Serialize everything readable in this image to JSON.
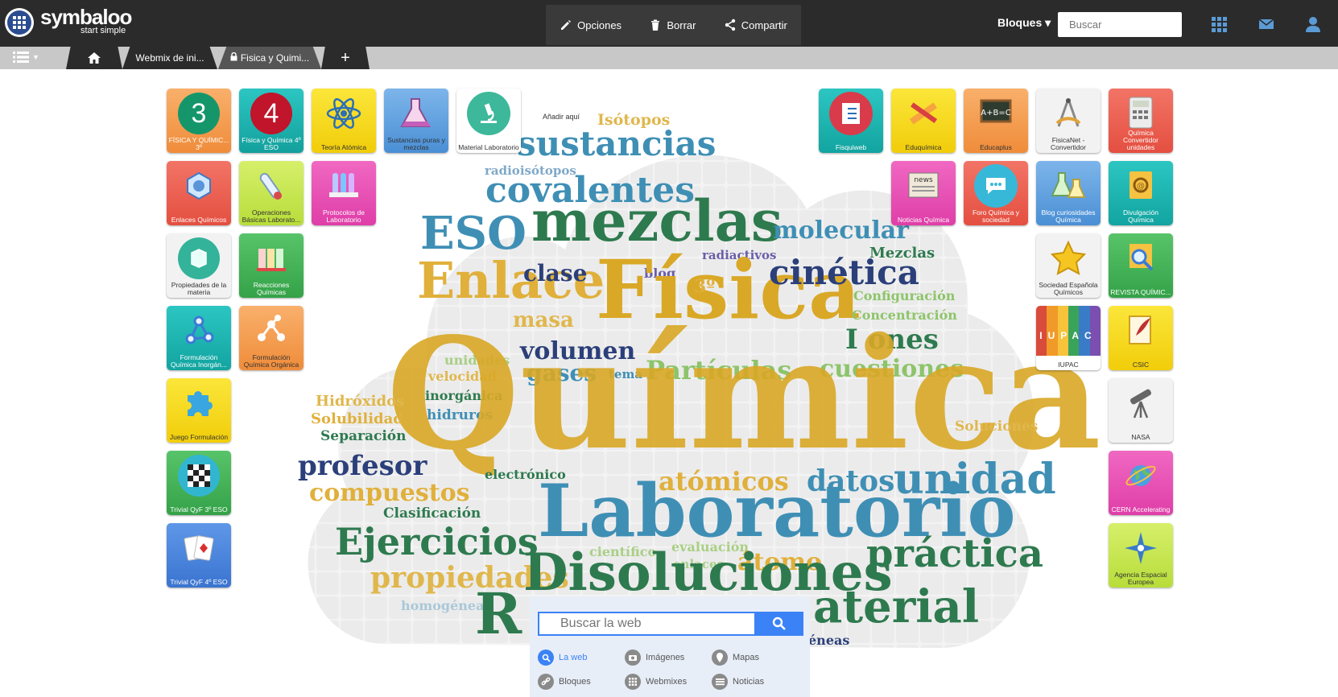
{
  "app": {
    "name": "symbaloo",
    "tagline": "start simple"
  },
  "toolbar": {
    "opciones": "Opciones",
    "borrar": "Borrar",
    "compartir": "Compartir"
  },
  "header": {
    "bloques": "Bloques ▾",
    "search_placeholder": "Buscar"
  },
  "tabs": [
    {
      "label": "Webmix de ini..."
    },
    {
      "label": "Fisica y Quimi..."
    }
  ],
  "tiles": {
    "t1": {
      "num": "3",
      "label": "FÍSICA Y QUÍMIC... 3º"
    },
    "t2": {
      "num": "4",
      "label": "Física y Química 4º ESO"
    },
    "t3": {
      "label": "Teoría Atómica"
    },
    "t4": {
      "label": "Sustancias puras y mezclas"
    },
    "t5": {
      "label": "Material Laboratorio"
    },
    "t6": {
      "label": "Enlaces Químicos"
    },
    "t7": {
      "label": "Operaciones Básicas Laborato..."
    },
    "t8": {
      "label": "Protocolos de Laboratorio"
    },
    "t9": {
      "label": "Propiedades de la materia"
    },
    "t10": {
      "label": "Reacciones Químicas"
    },
    "t11": {
      "label": "Formulación Química Inorgán..."
    },
    "t12": {
      "label": "Formulación Química Orgánica"
    },
    "t13": {
      "label": "Juego Formulación"
    },
    "t14": {
      "label": "Trivial QyF 3º ESO"
    },
    "t15": {
      "label": "Trivial QyF 4º ESO"
    },
    "r1": {
      "label": "Fisquiweb"
    },
    "r2": {
      "label": "Eduquímica"
    },
    "r3": {
      "label": "Educaplus"
    },
    "r4": {
      "label": "FisicaNet - Convertidor"
    },
    "r5": {
      "label": "Química Convertidor unidades"
    },
    "r6": {
      "label": "Noticias Química"
    },
    "r7": {
      "label": "Foro Química y sociedad"
    },
    "r8": {
      "label": "Blog curiosidades Química"
    },
    "r9": {
      "label": "Divulgación Química"
    },
    "r10": {
      "label": "Sociedad Española Químicos"
    },
    "r11": {
      "label": "REVISTA QUÍMIC..."
    },
    "r12": {
      "label": "IUPAC",
      "logo": "IUPAC"
    },
    "r13": {
      "label": "CSIC"
    },
    "r14": {
      "label": "NASA"
    },
    "r15": {
      "label": "CERN Accelerating"
    },
    "r16": {
      "label": "Agencia Espacial Europea"
    }
  },
  "cloud_add_label": "Añadir aquí",
  "words": {
    "isotopos": "Isótopos",
    "sustancias": "sustancias",
    "radioisotopos": "radioisótopos",
    "covalentes": "covalentes",
    "eso": "ESO",
    "mezclas": "mezclas",
    "molecular": "molecular",
    "radiactivos": "radiactivos",
    "mezclas2": "Mezclas",
    "enlace": "Enlace",
    "clase": "clase",
    "blog": "blog",
    "fisica": "Física",
    "cinetica": "cinética",
    "tercero": "3º",
    "configuracion": "Configuración",
    "concentracion": "Concentración",
    "masa": "masa",
    "iones": "I ones",
    "volumen": "volumen",
    "unidades": "unidades",
    "gases": "gases",
    "tema": "tema",
    "particulas": "Partículas",
    "cuestiones": "cuestiones",
    "velocidad": "velocidad",
    "inorganica": "inorgánica",
    "hidruros": "hidruros",
    "quimica": "Química",
    "hidroxidos": "Hidróxidos",
    "solubilidad": "Solubilidad",
    "soluciones": "Soluciones",
    "separacion": "Separación",
    "profesor": "profesor",
    "electronico": "electrónico",
    "atomicos": "atómicos",
    "datos": "datos",
    "unidad": "unidad",
    "compuestos": "compuestos",
    "clasificacion": "Clasificación",
    "laboratorio": "Laboratorio",
    "ejercicios": "Ejercicios",
    "cientifico": "científico",
    "evaluacion": "evaluación",
    "enlaces": "enlaces",
    "atomo": "átomo",
    "practica": "práctica",
    "propiedades": "propiedades",
    "disoluciones": "Disoluciones",
    "homogeneas": "homogéneas",
    "r": "R",
    "material": "aterial",
    "heneas": "éneas"
  },
  "search": {
    "placeholder": "Buscar la web",
    "options": [
      "La web",
      "Imágenes",
      "Mapas",
      "Bloques",
      "Webmixes",
      "Noticias"
    ]
  },
  "colors": {
    "accent": "#3b82f6",
    "topbar": "#2b2b2b"
  }
}
